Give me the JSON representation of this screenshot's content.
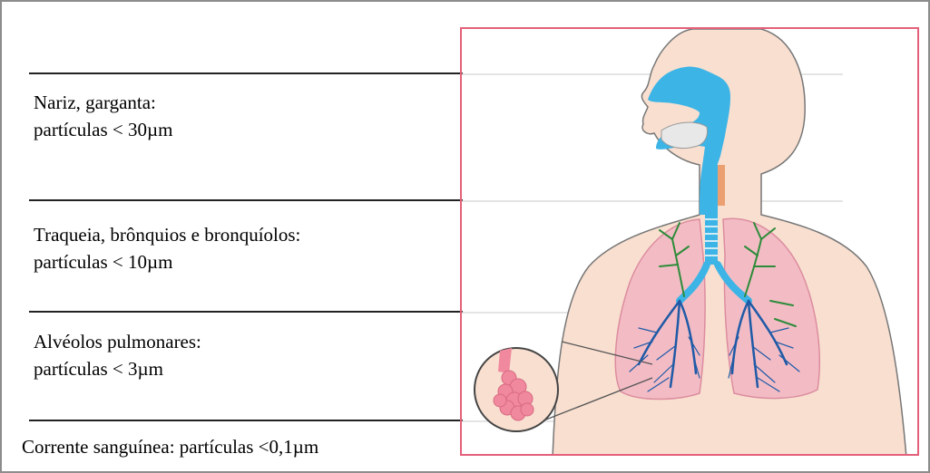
{
  "zones": [
    {
      "id": "nose-throat",
      "line1": "Nariz, garganta:",
      "line2": "partículas < 30µm"
    },
    {
      "id": "trachea-bronchi",
      "line1": "Traqueia, brônquios e bronquíolos:",
      "line2": "partículas < 10µm"
    },
    {
      "id": "alveoli",
      "line1": "Alvéolos pulmonares:",
      "line2": "partículas < 3µm"
    }
  ],
  "bloodstream": "Corrente sanguínea: partículas <0,1µm",
  "colors": {
    "skin": "#f8dfd0",
    "skin_outline": "#777777",
    "airway": "#3cb4e6",
    "bronchi_blue": "#1f5aa6",
    "bronchi_green": "#2e8b3a",
    "lung": "#f3bcc5",
    "alveoli": "#f0889e",
    "box_border": "#e4607a",
    "guide_line": "#c8c8c8"
  },
  "icons": [
    "respiratory-system-illustration",
    "alveoli-magnifier-icon"
  ]
}
